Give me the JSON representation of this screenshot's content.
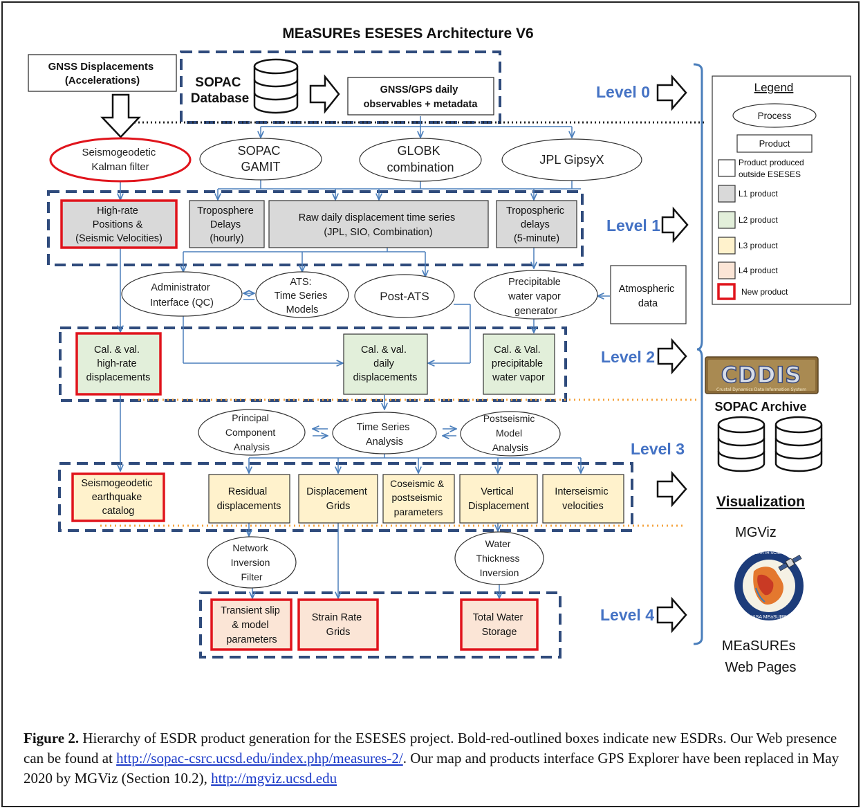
{
  "title": "MEaSUREs ESESES Architecture V6",
  "inputs": {
    "gnss_displacements": [
      "GNSS Displacements",
      "(Accelerations)"
    ],
    "sopac_database": [
      "SOPAC",
      "Database"
    ],
    "gnss_observables": [
      "GNSS/GPS daily",
      "observables + metadata"
    ]
  },
  "processes": {
    "kalman": [
      "Seismogeodetic",
      "Kalman filter"
    ],
    "gamit": [
      "SOPAC",
      "GAMIT"
    ],
    "globk": [
      "GLOBK",
      "combination"
    ],
    "gipsy": [
      "JPL GipsyX"
    ],
    "admin": [
      "Administrator",
      "Interface (QC)"
    ],
    "ats": [
      "ATS:",
      "Time Series",
      "Models"
    ],
    "post_ats": [
      "Post-ATS"
    ],
    "pwv_gen": [
      "Precipitable",
      "water vapor",
      "generator"
    ],
    "pca": [
      "Principal",
      "Component",
      "Analysis"
    ],
    "tsa": [
      "Time Series",
      "Analysis"
    ],
    "postseismic": [
      "Postseismic",
      "Model",
      "Analysis"
    ],
    "nif": [
      "Network",
      "Inversion",
      "Filter"
    ],
    "wti": [
      "Water",
      "Thickness",
      "Inversion"
    ]
  },
  "external": {
    "atmospheric": [
      "Atmospheric",
      "data"
    ]
  },
  "l1_products": {
    "high_rate": [
      "High-rate",
      "Positions &",
      "(Seismic Velocities)"
    ],
    "troposphere_hourly": [
      "Troposphere",
      "Delays",
      "(hourly)"
    ],
    "raw_daily": [
      "Raw daily displacement time series",
      "(JPL, SIO, Combination)"
    ],
    "tropospheric_5min": [
      "Tropospheric",
      "delays",
      "(5-minute)"
    ]
  },
  "l2_products": {
    "hr_disp": [
      "Cal. & val.",
      "high-rate",
      "displacements"
    ],
    "daily_disp": [
      "Cal. & val.",
      "daily",
      "displacements"
    ],
    "pwv": [
      "Cal. & Val.",
      "precipitable",
      "water vapor"
    ]
  },
  "l3_products": {
    "eq_catalog": [
      "Seismogeodetic",
      "earthquake",
      "catalog"
    ],
    "residual": [
      "Residual",
      "displacements"
    ],
    "grids": [
      "Displacement",
      "Grids"
    ],
    "coseismic": [
      "Coseismic &",
      "postseismic",
      "parameters"
    ],
    "vertical": [
      "Vertical",
      "Displacement"
    ],
    "interseismic": [
      "Interseismic",
      "velocities"
    ]
  },
  "l4_products": {
    "transient": [
      "Transient slip",
      "& model",
      "parameters"
    ],
    "strain": [
      "Strain Rate",
      "Grids"
    ],
    "water": [
      "Total Water",
      "Storage"
    ]
  },
  "levels": [
    "Level 0",
    "Level 1",
    "Level 2",
    "Level 3",
    "Level 4"
  ],
  "legend": {
    "title": "Legend",
    "process": "Process",
    "product": "Product",
    "outside": [
      "Product produced",
      "outside ESESES"
    ],
    "l1": "L1 product",
    "l2": "L2 product",
    "l3": "L3 product",
    "l4": "L4 product",
    "new": "New product"
  },
  "right_panel": {
    "cddis_logo": "CDDIS",
    "cddis_sub": "Crustal Dynamics Data Information System",
    "sopac_archive": "SOPAC Archive",
    "visualization": "Visualization",
    "mgviz": "MGViz",
    "esdr_seal": "EXTENDED SOLID EARTH SCIENCE ESDR SYSTEM",
    "nasa_measures": "NASA MEaSUREs",
    "measures_web": [
      "MEaSUREs",
      "Web Pages"
    ]
  },
  "colors": {
    "dash_blue": "#2f4b7c",
    "arrow_blue": "#4a7ebb",
    "level_blue": "#4472c4",
    "l1_fill": "#d9d9d9",
    "l2_fill": "#e2efda",
    "l3_fill": "#fff2cc",
    "l4_fill": "#fbe5d6",
    "new_red": "#e0141c",
    "orange_dot": "#f4a33d"
  },
  "caption": {
    "fig_label": "Figure 2.",
    "text1": " Hierarchy of ESDR product generation for the ESESES project. Bold-red-outlined boxes indicate new ESDRs. Our Web presence can be found at ",
    "link1": "http://sopac-csrc.ucsd.edu/index.php/measures-2/",
    "text2": ". Our map and products interface GPS Explorer have been replaced in May 2020 by MGViz (Section 10.2), ",
    "link2": "http://mgviz.ucsd.edu"
  }
}
